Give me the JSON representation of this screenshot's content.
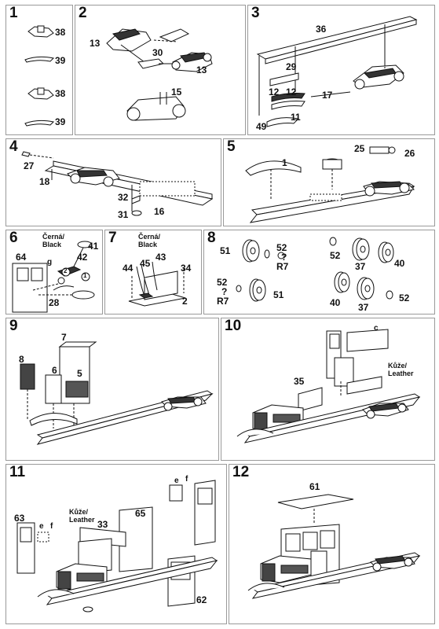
{
  "steps": [
    {
      "number": "1",
      "labels": [
        "38",
        "39",
        "38",
        "39"
      ]
    },
    {
      "number": "2",
      "labels": [
        "13",
        "30",
        "13",
        "15"
      ]
    },
    {
      "number": "3",
      "labels": [
        "36",
        "29",
        "12",
        "12",
        "17",
        "11",
        "49"
      ]
    },
    {
      "number": "4",
      "labels": [
        "27",
        "18",
        "32",
        "31",
        "16"
      ]
    },
    {
      "number": "5",
      "labels": [
        "1",
        "25",
        "26"
      ]
    },
    {
      "number": "6",
      "labels": [
        "64",
        "41",
        "42",
        "28"
      ],
      "note": [
        "Černá/",
        "Black"
      ],
      "marks": [
        "g",
        "2",
        "1"
      ]
    },
    {
      "number": "7",
      "labels": [
        "44",
        "45",
        "43",
        "34",
        "2"
      ],
      "note": [
        "Černá/",
        "Black"
      ]
    },
    {
      "number": "8",
      "labels": [
        "51",
        "52",
        "R7",
        "52",
        "37",
        "40",
        "52",
        "R7",
        "51",
        "40",
        "37",
        "52"
      ],
      "marks": [
        "?",
        "?"
      ]
    },
    {
      "number": "9",
      "labels": [
        "7",
        "8",
        "6",
        "5"
      ]
    },
    {
      "number": "10",
      "labels": [
        "35"
      ],
      "note": [
        "Kůže/",
        "Leather"
      ],
      "marks": [
        "c"
      ]
    },
    {
      "number": "11",
      "labels": [
        "63",
        "33",
        "65",
        "62"
      ],
      "note": [
        "Kůže/",
        "Leather"
      ],
      "marks": [
        "e",
        "f",
        "e",
        "f"
      ]
    },
    {
      "number": "12",
      "labels": [
        "61"
      ]
    }
  ],
  "colors": {
    "ink": "#111111",
    "border": "#9a9a9a",
    "shade": "#444444"
  }
}
